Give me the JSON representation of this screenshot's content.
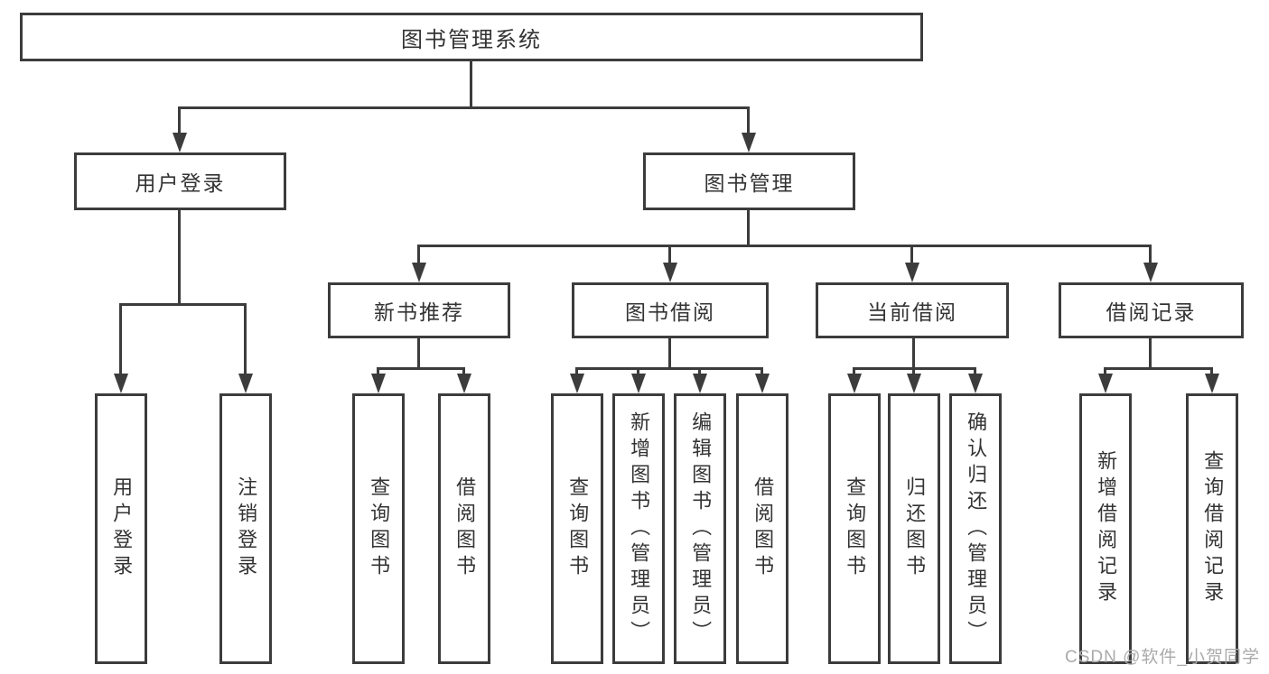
{
  "tree": {
    "root": {
      "label": "图书管理系统"
    },
    "children": [
      {
        "label": "用户登录",
        "children": [
          {
            "label": "用户登录"
          },
          {
            "label": "注销登录"
          }
        ]
      },
      {
        "label": "图书管理",
        "children": [
          {
            "label": "新书推荐",
            "children": [
              {
                "label": "查询图书"
              },
              {
                "label": "借阅图书"
              }
            ]
          },
          {
            "label": "图书借阅",
            "children": [
              {
                "label": "查询图书"
              },
              {
                "label": "新增图书（管理员）"
              },
              {
                "label": "编辑图书（管理员）"
              },
              {
                "label": "借阅图书"
              }
            ]
          },
          {
            "label": "当前借阅",
            "children": [
              {
                "label": "查询图书"
              },
              {
                "label": "归还图书"
              },
              {
                "label": "确认归还（管理员）"
              }
            ]
          },
          {
            "label": "借阅记录",
            "children": [
              {
                "label": "新增借阅记录"
              },
              {
                "label": "查询借阅记录"
              }
            ]
          }
        ]
      }
    ]
  },
  "watermark": "CSDN @软件_小贺同学",
  "colors": {
    "line": "#3c3c3c",
    "text": "#333333",
    "background": "#ffffff",
    "watermark": "#aaaaaa"
  }
}
